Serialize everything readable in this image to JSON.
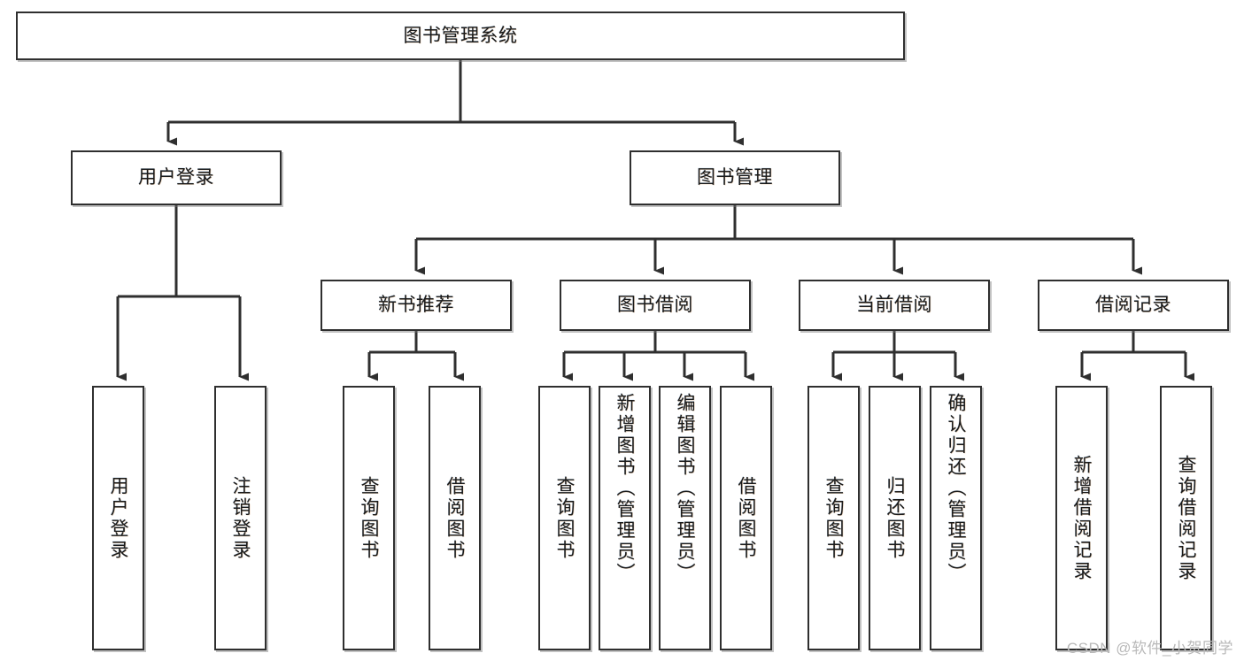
{
  "diagram": {
    "type": "tree-hierarchy",
    "title": "图书管理系统",
    "root": {
      "label": "图书管理系统",
      "orientation": "horizontal"
    },
    "level2": [
      {
        "label": "用户登录",
        "orientation": "horizontal"
      },
      {
        "label": "图书管理",
        "orientation": "horizontal"
      }
    ],
    "level3": [
      {
        "label": "新书推荐",
        "orientation": "horizontal"
      },
      {
        "label": "图书借阅",
        "orientation": "horizontal"
      },
      {
        "label": "当前借阅",
        "orientation": "horizontal"
      },
      {
        "label": "借阅记录",
        "orientation": "horizontal"
      }
    ],
    "leaves": {
      "user_login": [
        {
          "label": "用户登录",
          "orientation": "vertical"
        },
        {
          "label": "注销登录",
          "orientation": "vertical"
        }
      ],
      "new_book_recommend": [
        {
          "label": "查询图书",
          "orientation": "vertical"
        },
        {
          "label": "借阅图书",
          "orientation": "vertical"
        }
      ],
      "book_borrow": [
        {
          "label": "查询图书",
          "orientation": "vertical"
        },
        {
          "label": "新增图书（管理员）",
          "orientation": "vertical"
        },
        {
          "label": "编辑图书（管理员）",
          "orientation": "vertical"
        },
        {
          "label": "借阅图书",
          "orientation": "vertical"
        }
      ],
      "current_borrow": [
        {
          "label": "查询图书",
          "orientation": "vertical"
        },
        {
          "label": "归还图书",
          "orientation": "vertical"
        },
        {
          "label": "确认归还（管理员）",
          "orientation": "vertical"
        }
      ],
      "borrow_record": [
        {
          "label": "新增借阅记录",
          "orientation": "vertical"
        },
        {
          "label": "查询借阅记录",
          "orientation": "vertical"
        }
      ]
    }
  },
  "watermark": {
    "text": "CSDN @软件_小贺同学"
  },
  "colors": {
    "stroke": "#2f2f2f",
    "fill": "#ffffff",
    "watermark": "#b9b9b9"
  }
}
